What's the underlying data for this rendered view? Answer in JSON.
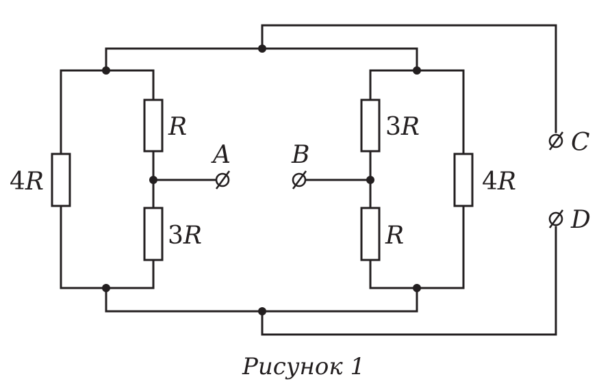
{
  "circuit": {
    "left_outer": {
      "num": "4",
      "sym": "R"
    },
    "left_top": {
      "num": "",
      "sym": "R"
    },
    "left_bottom": {
      "num": "3",
      "sym": "R"
    },
    "right_top": {
      "num": "3",
      "sym": "R"
    },
    "right_bottom": {
      "num": "",
      "sym": "R"
    },
    "right_outer": {
      "num": "4",
      "sym": "R"
    },
    "terminals": {
      "a": "A",
      "b": "B",
      "c": "C",
      "d": "D"
    }
  },
  "caption": "Рисунок 1"
}
